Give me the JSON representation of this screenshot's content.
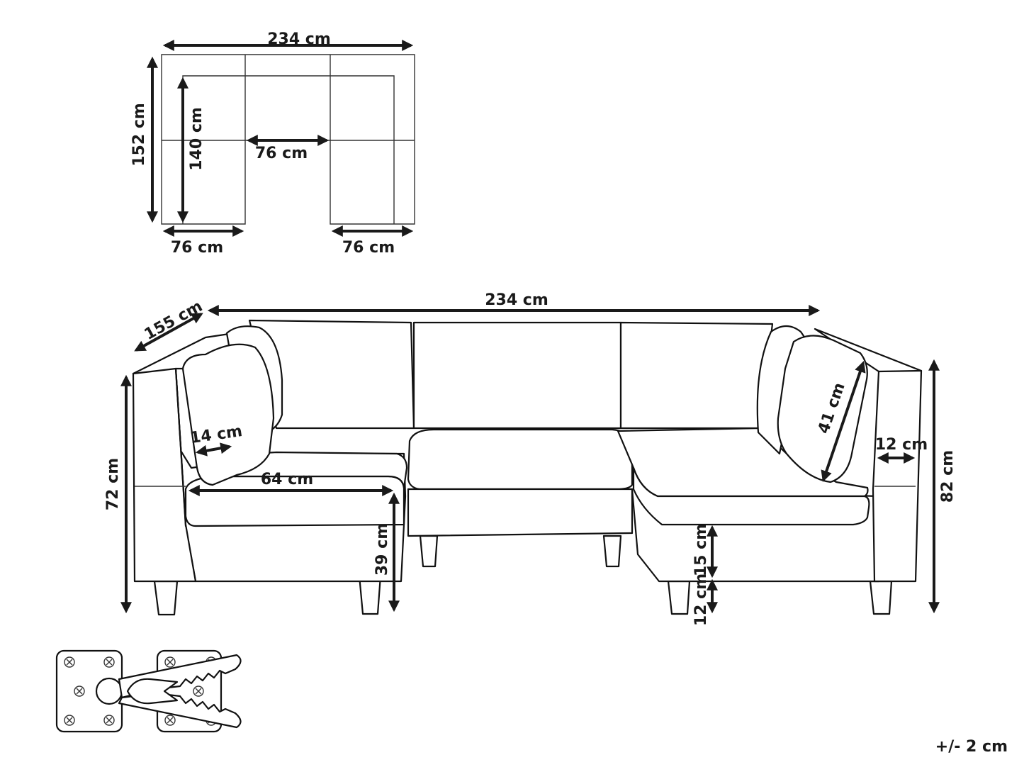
{
  "top_view": {
    "width": "234 cm",
    "depth": "152 cm",
    "inner_depth": "140 cm",
    "inner_gap": "76 cm",
    "left_module": "76 cm",
    "right_module": "76 cm"
  },
  "front_view": {
    "width": "234 cm",
    "depth": "155 cm",
    "pillow_depth": "14 cm",
    "seat_width": "64 cm",
    "arm_height": "72 cm",
    "seat_height": "39 cm",
    "pillow_height": "41 cm",
    "arm_width": "12 cm",
    "total_height": "82 cm",
    "cushion_height": "15 cm",
    "leg_height": "12 cm"
  },
  "tolerance": "+/- 2 cm"
}
